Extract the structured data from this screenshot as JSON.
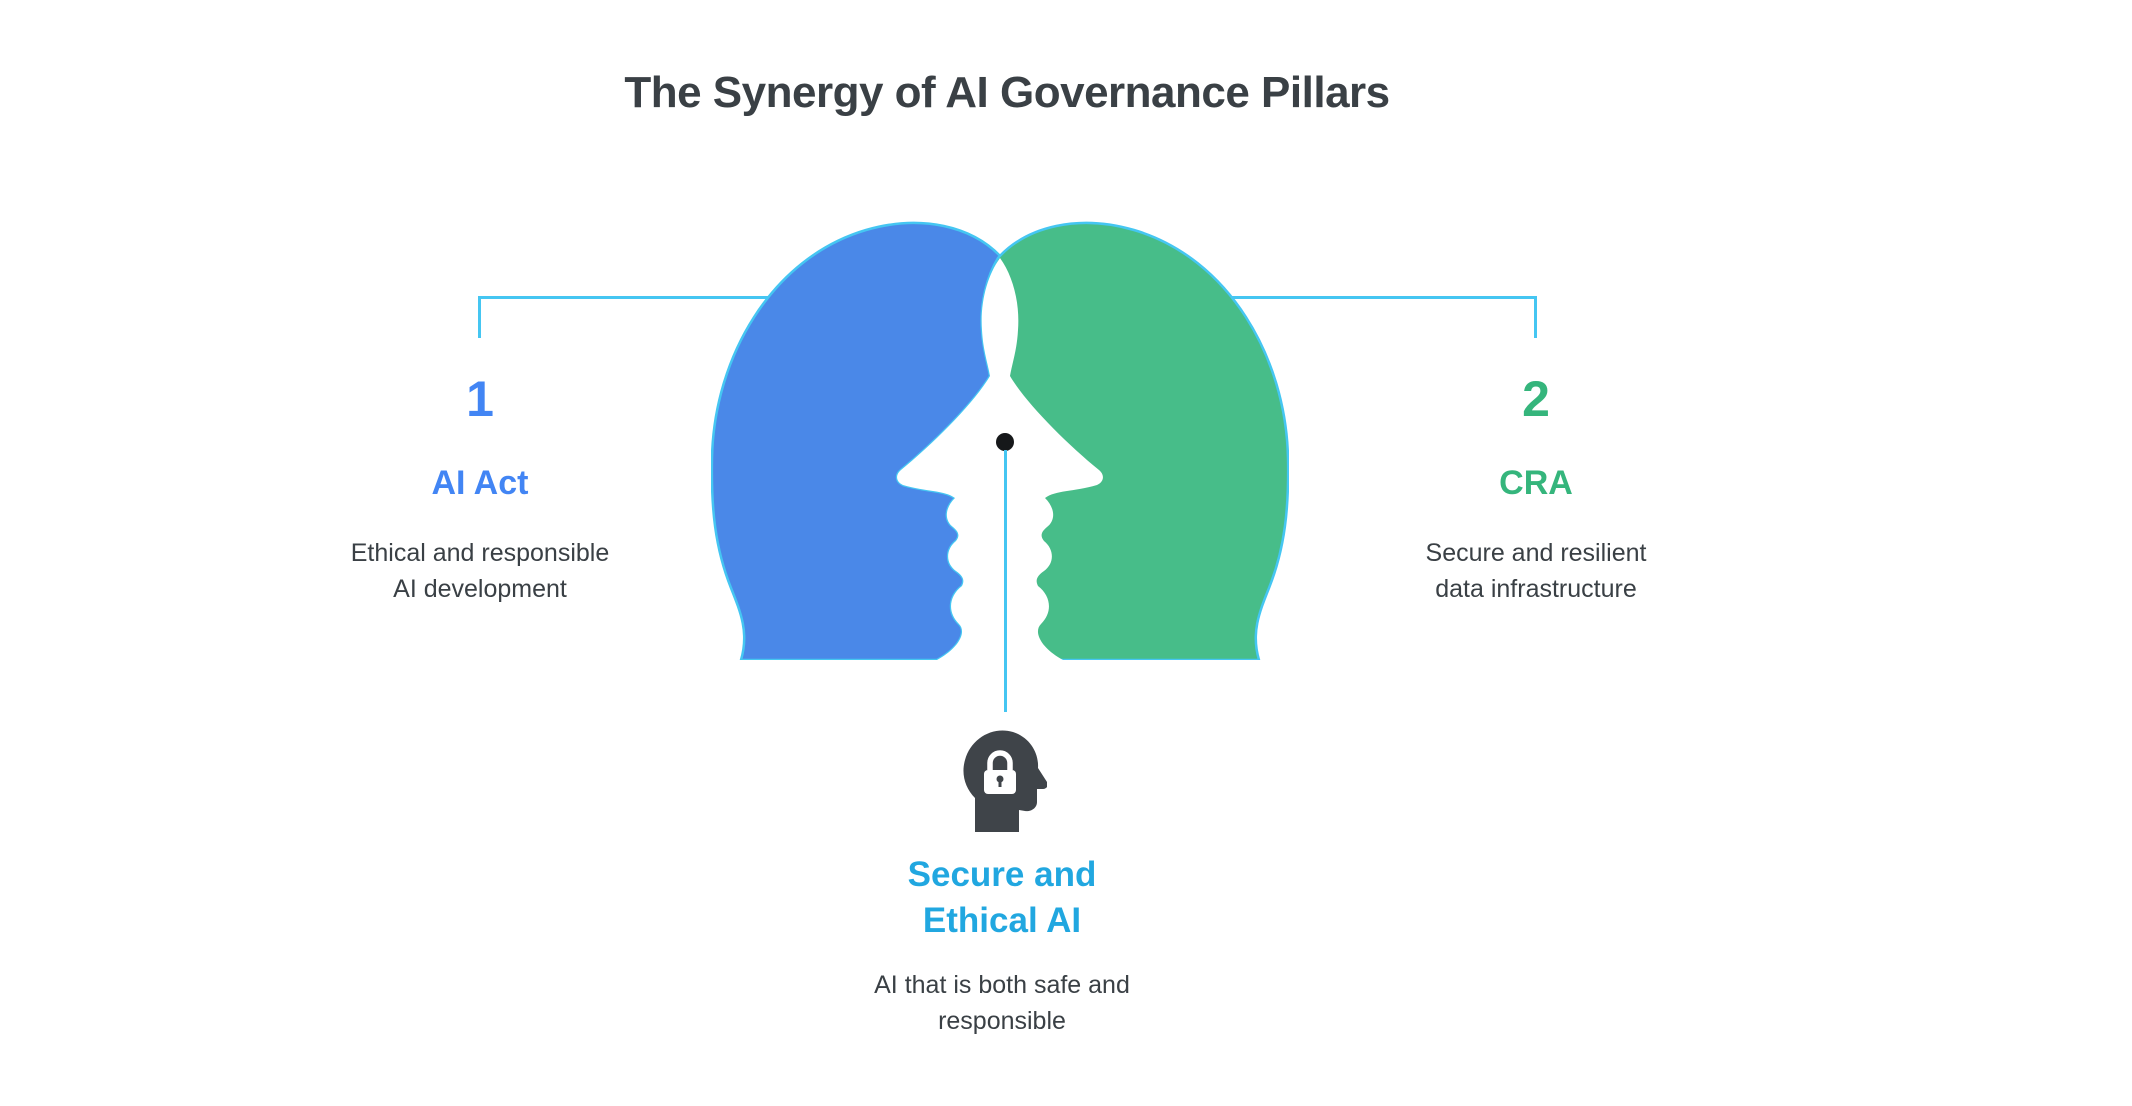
{
  "title": "The Synergy of AI Governance Pillars",
  "colors": {
    "pillar1_text": "#4285f4",
    "pillar2_text": "#35b57c",
    "head_blue": "#4a88e8",
    "head_green": "#47bd89",
    "connector_cyan": "#45c6f2",
    "synergy_cyan": "#21a7e0",
    "body_text": "#3a4045",
    "icon_dark": "#3f4449"
  },
  "pillars": [
    {
      "number": "1",
      "name": "AI Act",
      "description": "Ethical and responsible\nAI development"
    },
    {
      "number": "2",
      "name": "CRA",
      "description": "Secure and resilient\ndata infrastructure"
    }
  ],
  "synergy": {
    "icon": "head-lock-icon",
    "title": "Secure and\nEthical AI",
    "description": "AI that is both safe and\nresponsible"
  },
  "graphic": {
    "name": "two-overlapping-head-silhouettes",
    "left_head": "blue head facing right",
    "right_head": "green head facing left",
    "overlap": "white face profile with eye dot"
  }
}
